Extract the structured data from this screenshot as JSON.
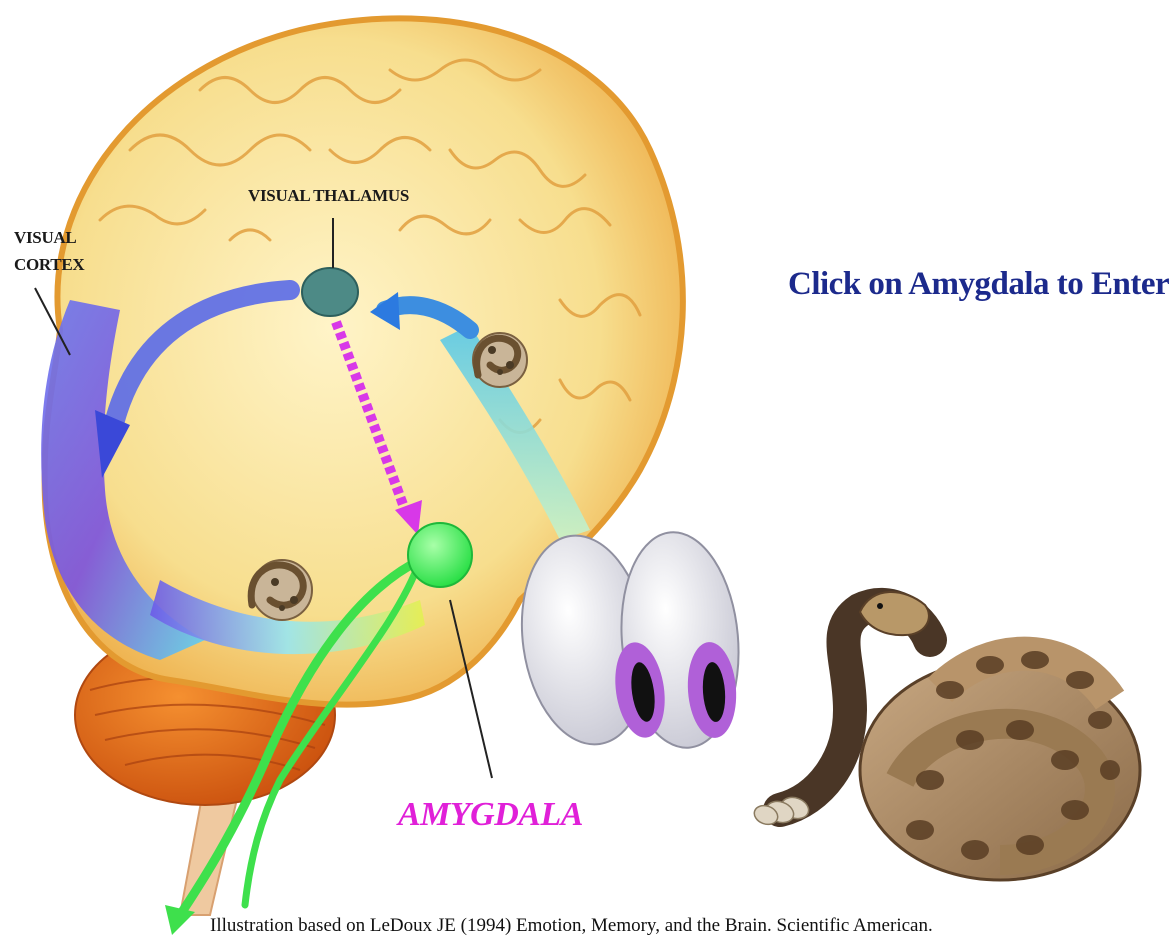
{
  "labels": {
    "visual_thalamus": "VISUAL THALAMUS",
    "visual_cortex_line1": "VISUAL",
    "visual_cortex_line2": "CORTEX",
    "amygdala": "AMYGDALA"
  },
  "enter_link": "Click on Amygdala to Enter",
  "caption": "Illustration based on LeDoux JE (1994) Emotion, Memory, and the Brain. Scientific American.",
  "colors": {
    "brain": "#f6e29a",
    "brain_outline": "#e9a23b",
    "amygdala": "#44ee55",
    "thalamus": "#4d8a86",
    "amygdala_label": "#e020d8",
    "link": "#1c2a8c",
    "cerebellum": "#e8731e"
  },
  "icons": [
    "brain-illustration",
    "eyeballs-illustration",
    "rattlesnake-illustration",
    "snake-thumbnail-icon"
  ]
}
